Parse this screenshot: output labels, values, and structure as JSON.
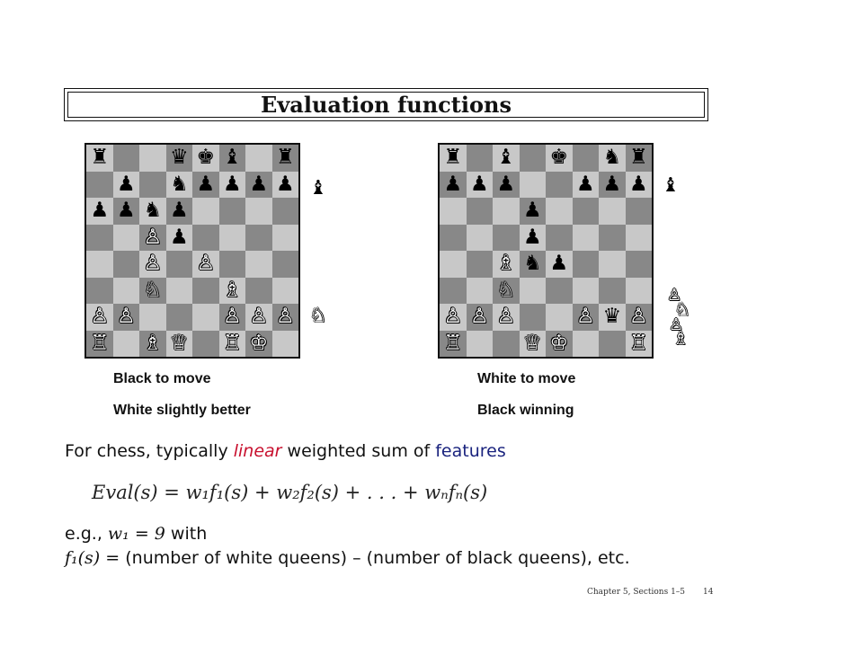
{
  "slide": {
    "title": "Evaluation functions",
    "footer": {
      "section": "Chapter 5, Sections 1–5",
      "page": "14"
    }
  },
  "positions": [
    {
      "line1": "Black to move",
      "line2": "White slightly better",
      "ranks": [
        "r..qkb.r",
        ".p.npppp",
        "ppnp....",
        "..Pp....",
        "..P.P...",
        "..N..B..",
        "PP...PPP",
        "R.BQ.RK."
      ],
      "captured_upper": [
        "♝"
      ],
      "captured_lower": [
        "♘"
      ]
    },
    {
      "line1": "White to move",
      "line2": "Black winning",
      "ranks": [
        "r.b.k.nr",
        "ppp..ppp",
        "...p....",
        "...p....",
        "..Bnp...",
        "..N.....",
        "PPP..PqP",
        "R..QK..R"
      ],
      "captured_upper": [
        "♝"
      ],
      "captured_lower": [
        "♙",
        "♘",
        "♙",
        "♗"
      ]
    }
  ],
  "text": {
    "intro_pre": "For chess, typically ",
    "intro_linear": "linear",
    "intro_mid": " weighted sum of ",
    "intro_features": "features",
    "formula": "Eval(s) = w₁f₁(s) + w₂f₂(s) + . . . + wₙfₙ(s)",
    "eg_pre": "e.g., ",
    "eg_math": "w₁ = 9",
    "eg_post": " with",
    "f1_math": "f₁(s) = ",
    "f1_text": "(number of white queens) – (number of black queens),  etc."
  },
  "colors": {
    "red": "#c8102e",
    "navy": "#1a237e",
    "light_square": "#c8c8c8",
    "dark_square": "#888888"
  }
}
